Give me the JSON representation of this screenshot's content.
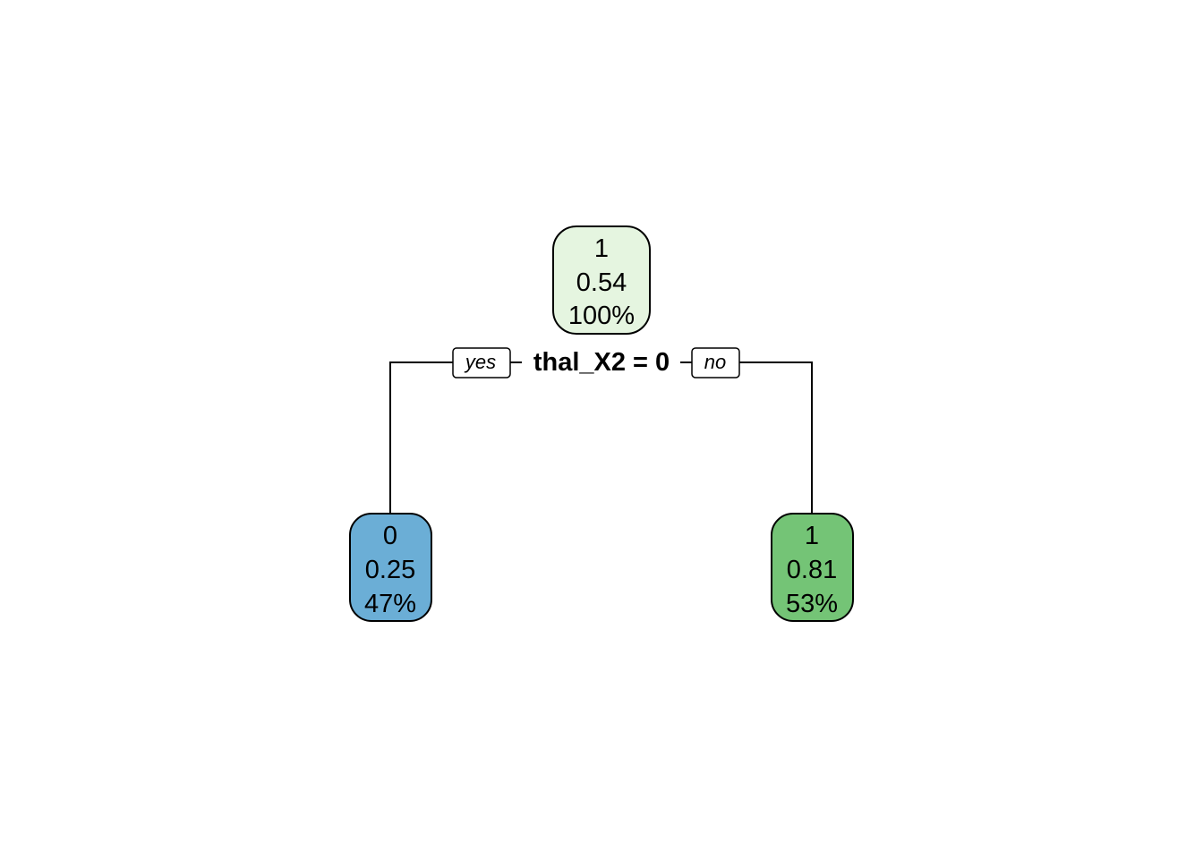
{
  "tree": {
    "root": {
      "class": "1",
      "prob": "0.54",
      "percent": "100%",
      "fill": "#e5f5e0"
    },
    "split": {
      "condition": "thal_X2 = 0",
      "yes_label": "yes",
      "no_label": "no"
    },
    "left_leaf": {
      "class": "0",
      "prob": "0.25",
      "percent": "47%",
      "fill": "#6baed6"
    },
    "right_leaf": {
      "class": "1",
      "prob": "0.81",
      "percent": "53%",
      "fill": "#74c476"
    }
  }
}
